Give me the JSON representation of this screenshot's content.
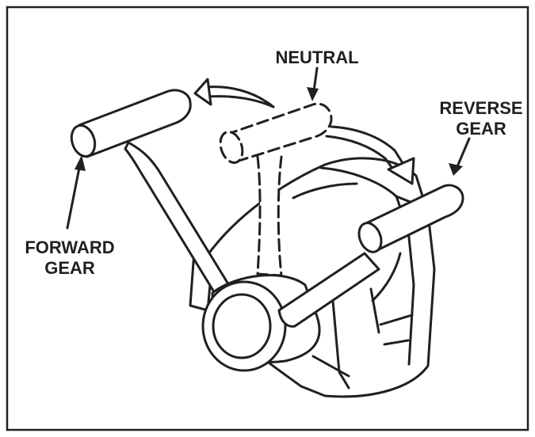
{
  "labels": {
    "neutral": "NEUTRAL",
    "reverse_line1": "REVERSE",
    "reverse_line2": "GEAR",
    "forward_line1": "FORWARD",
    "forward_line2": "GEAR"
  },
  "colors": {
    "line": "#231f20",
    "background": "#ffffff"
  }
}
